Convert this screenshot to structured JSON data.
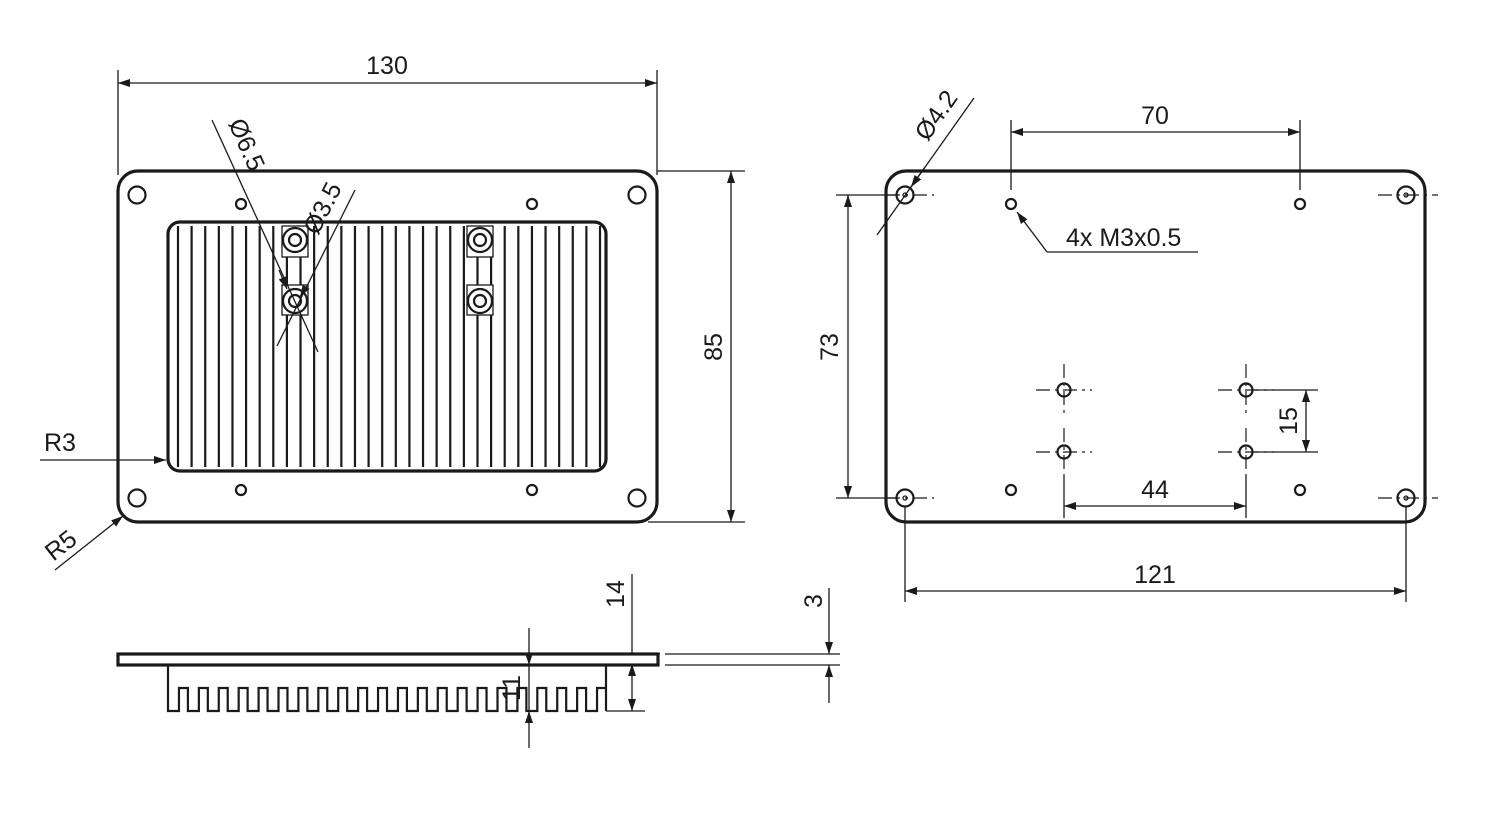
{
  "front_view": {
    "width_label": "130",
    "height_label": "85",
    "inner_radius_label": "R3",
    "outer_radius_label": "R5",
    "counterbore_dia_label": "Ø6.5",
    "through_hole_dia_label": "Ø3.5"
  },
  "back_view": {
    "hole_dia_label": "Ø4.2",
    "top_spacing_label": "70",
    "thread_note": "4x M3x0.5",
    "vertical_spacing_label": "73",
    "small_vertical_label": "15",
    "small_horizontal_label": "44",
    "overall_width_label": "121"
  },
  "side_view": {
    "total_height_label": "14",
    "plate_thickness_label": "3",
    "fin_height_label": "11"
  }
}
